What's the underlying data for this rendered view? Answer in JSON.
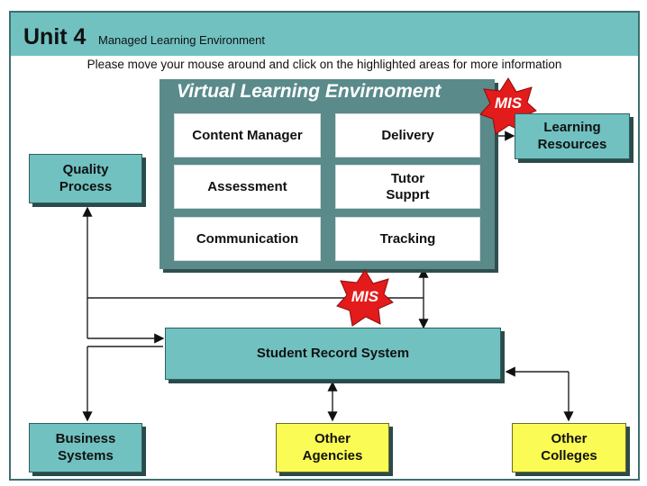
{
  "header": {
    "unit": "Unit 4",
    "subtitle": "Managed Learning Environment",
    "instructions": "Please move your mouse around and click on the highlighted areas for more information"
  },
  "vle": {
    "title": "Virtual Learning Envirnoment",
    "cells": {
      "content_manager": "Content Manager",
      "delivery": "Delivery",
      "assessment": "Assessment",
      "tutor_support": "Tutor\nSupprt",
      "communication": "Communication",
      "tracking": "Tracking"
    }
  },
  "mis_label": "MIS",
  "boxes": {
    "learning_resources": "Learning\nResources",
    "quality_process": "Quality\nProcess",
    "student_record_system": "Student Record System",
    "business_systems": "Business\nSystems",
    "other_agencies": "Other\nAgencies",
    "other_colleges": "Other\nColleges"
  },
  "colors": {
    "teal": "#71c1c1",
    "dark_teal": "#5a8a8a",
    "yellow": "#fbfb55",
    "mis_red": "#e31b1b"
  }
}
